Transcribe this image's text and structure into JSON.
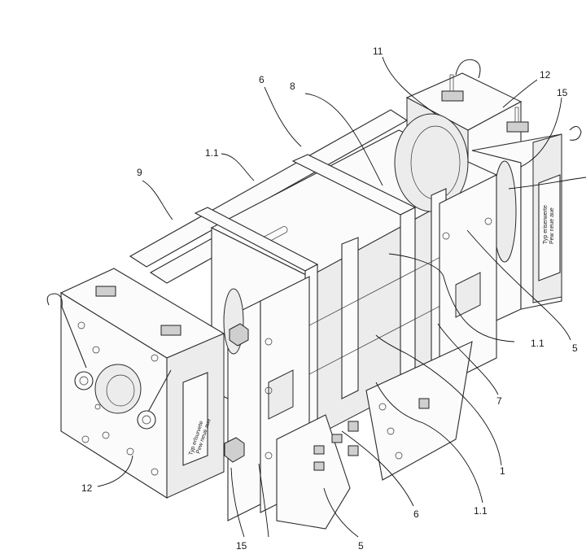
{
  "labels": {
    "l11": "11",
    "l12_top": "12",
    "l15_top": "15",
    "l6_top": "6",
    "l8": "8",
    "l1_1_top": "1.1",
    "l9": "9",
    "l1_1_right": "1.1",
    "l5_right": "5",
    "l7": "7",
    "l1": "1",
    "l1_1_bottom": "1.1",
    "l6_bottom": "6",
    "l5_bottom": "5",
    "l15_bottom": "15",
    "l12_bottom": "12"
  }
}
